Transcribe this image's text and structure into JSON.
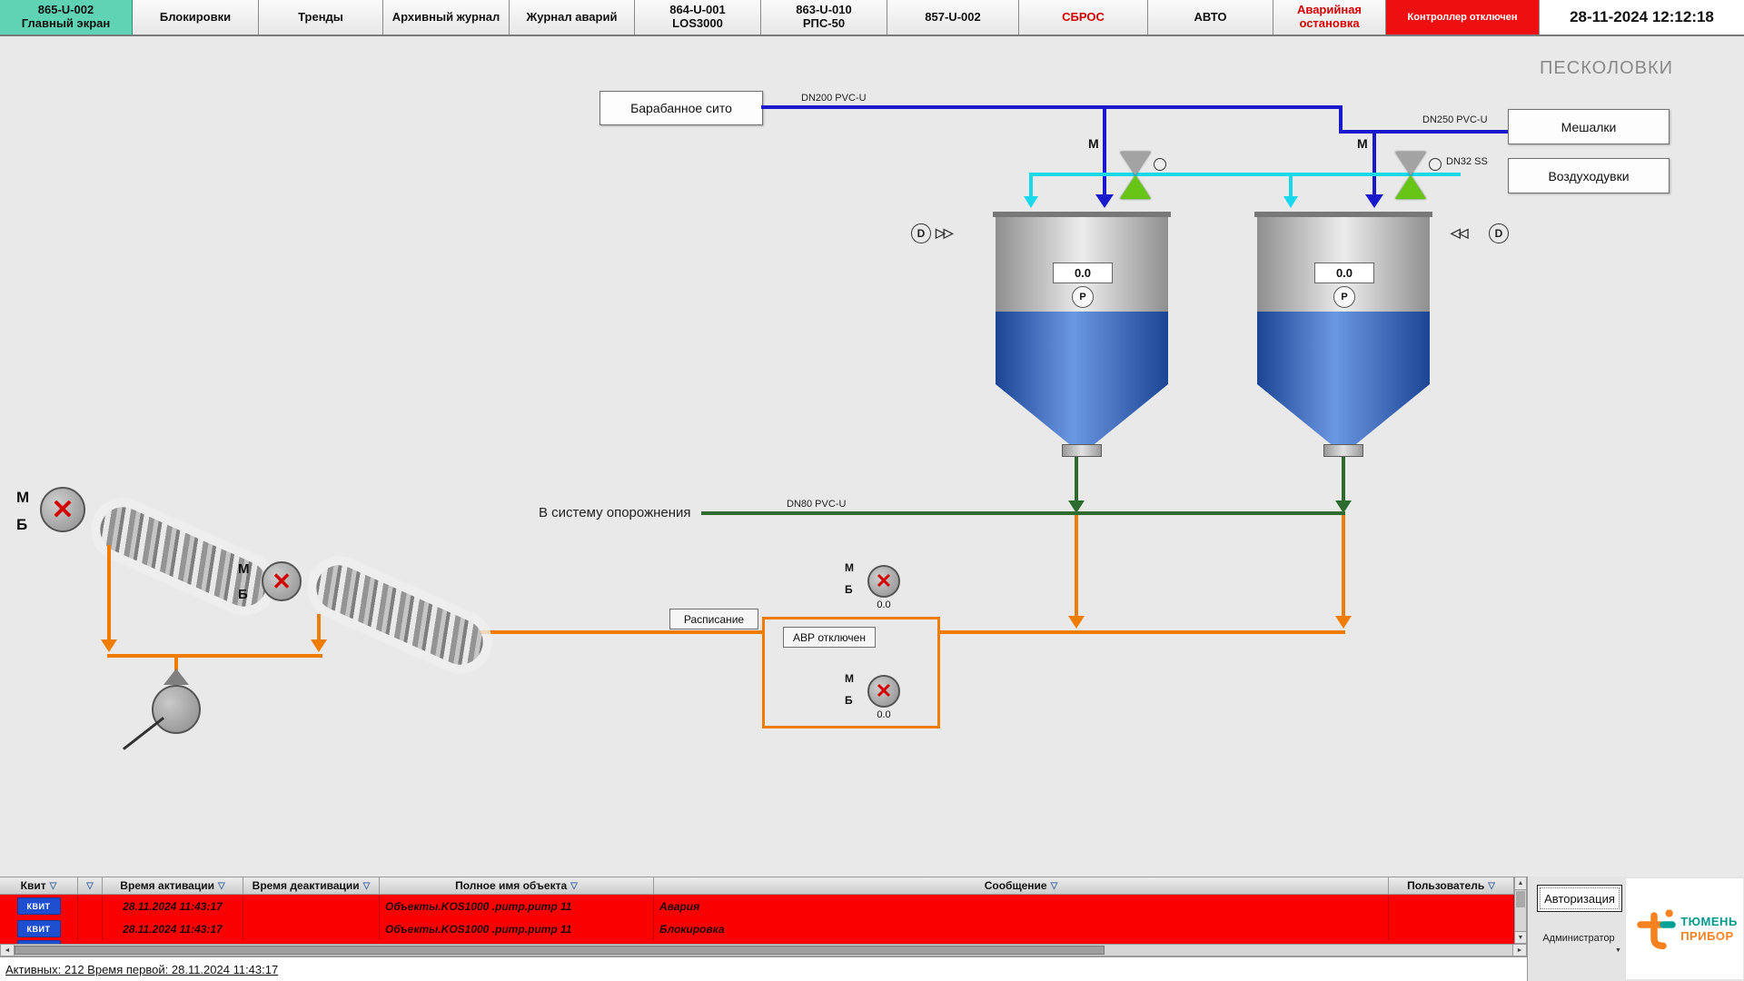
{
  "nav": {
    "tabs": [
      {
        "line1": "865-U-002",
        "line2": "Главный экран"
      },
      {
        "line1": "Блокировки",
        "line2": ""
      },
      {
        "line1": "Тренды",
        "line2": ""
      },
      {
        "line1": "Архивный журнал",
        "line2": ""
      },
      {
        "line1": "Журнал аварий",
        "line2": ""
      },
      {
        "line1": "864-U-001",
        "line2": "LOS3000"
      },
      {
        "line1": "863-U-010",
        "line2": "РПС-50"
      },
      {
        "line1": "857-U-002",
        "line2": ""
      },
      {
        "line1": "СБРОС",
        "line2": ""
      },
      {
        "line1": "АВТО",
        "line2": ""
      },
      {
        "line1": "Аварийная",
        "line2": "остановка"
      },
      {
        "line1": "Контроллер отключен",
        "line2": ""
      }
    ],
    "datetime": "28-11-2024 12:12:18"
  },
  "scheme": {
    "title": "ПЕСКОЛОВКИ",
    "drum_screen_button": "Барабанное сито",
    "mixers_button": "Мешалки",
    "blowers_button": "Воздуходувки",
    "schedule_button": "Расписание",
    "avr_button": "АВР отключен",
    "emptying_label": "В систему опорожнения",
    "pipe_labels": {
      "dn200": "DN200 PVC-U",
      "dn250": "DN250 PVC-U",
      "dn32": "DN32 SS",
      "dn80": "DN80 PVC-U"
    },
    "labels": {
      "m": "М",
      "b": "Б"
    },
    "drain_letter": "D",
    "tank1": {
      "level": "0.0",
      "pressure": "P"
    },
    "tank2": {
      "level": "0.0",
      "pressure": "P"
    },
    "pump_a": {
      "value": "0.0"
    },
    "pump_b": {
      "value": "0.0"
    }
  },
  "alarms": {
    "columns": {
      "ack": "Квит",
      "t_act": "Время активации",
      "t_deact": "Время деактивации",
      "object": "Полное имя объекта",
      "message": "Сообщение",
      "user": "Пользователь"
    },
    "rows": [
      {
        "ack": "КВИТ",
        "t_act": "28.11.2024 11:43:17",
        "t_deact": "",
        "object": "Объекты.KOS1000 .pump.pump 11",
        "message": "Авария",
        "user": ""
      },
      {
        "ack": "КВИТ",
        "t_act": "28.11.2024 11:43:17",
        "t_deact": "",
        "object": "Объекты.KOS1000 .pump.pump 11",
        "message": "Блокировка",
        "user": ""
      }
    ],
    "status": "Активных: 212 Время первой: 28.11.2024 11:43:17"
  },
  "footer": {
    "auth_button": "Авторизация",
    "user": "Администратор",
    "logo_line1": "ТЮМЕНЬ",
    "logo_line2": "ПРИБОР"
  },
  "icons": {
    "fault_cross": "✕",
    "filter": "▽",
    "up": "▲",
    "down": "▼",
    "left": "◄",
    "right": "►",
    "fast_right": "▷▷",
    "fast_left": "◁◁",
    "caret": "▼"
  },
  "colors": {
    "active_tab": "#5fd3b4",
    "alarm_red": "#fa0000",
    "pipe_blue": "#1a1acc",
    "pipe_cyan": "#18d8ee",
    "pipe_green": "#2e6b2e",
    "pipe_orange": "#f07d00"
  }
}
